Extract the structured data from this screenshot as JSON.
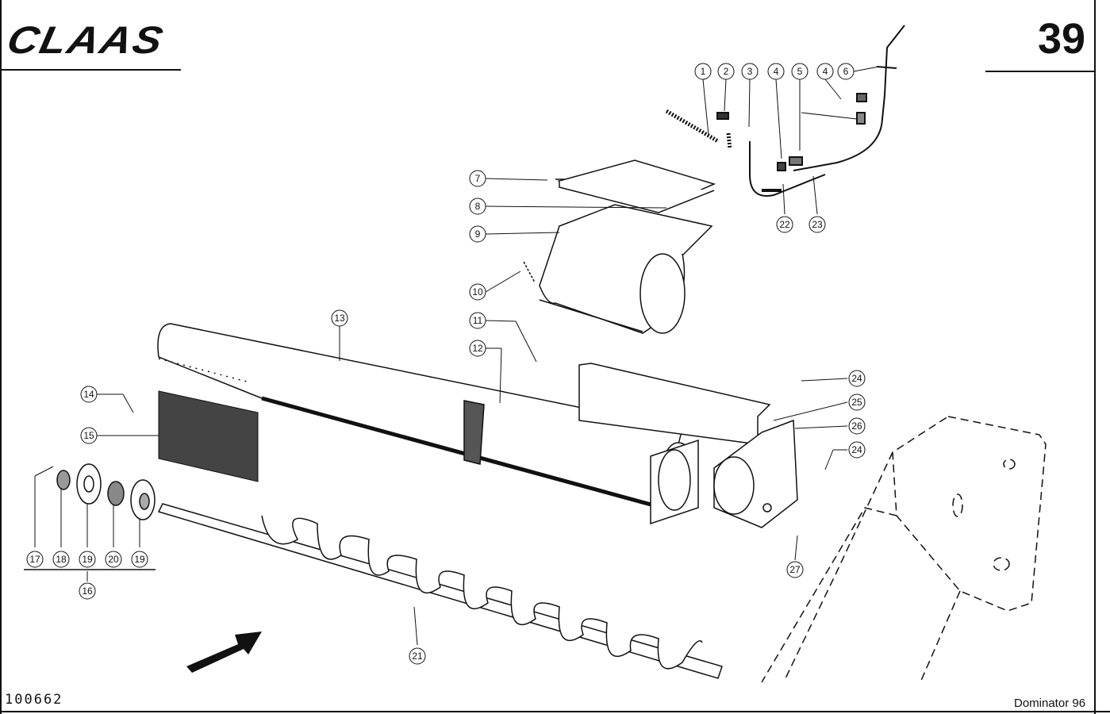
{
  "header": {
    "brand": "CLAAS",
    "page_number": "39"
  },
  "footer": {
    "drawing_id": "100662",
    "model": "Dominator 96"
  },
  "callouts": [
    {
      "id": "c1",
      "label": "1"
    },
    {
      "id": "c2",
      "label": "2"
    },
    {
      "id": "c3",
      "label": "3"
    },
    {
      "id": "c4a",
      "label": "4"
    },
    {
      "id": "c5",
      "label": "5"
    },
    {
      "id": "c4b",
      "label": "4"
    },
    {
      "id": "c6",
      "label": "6"
    },
    {
      "id": "c7",
      "label": "7"
    },
    {
      "id": "c8",
      "label": "8"
    },
    {
      "id": "c9",
      "label": "9"
    },
    {
      "id": "c10",
      "label": "10"
    },
    {
      "id": "c11",
      "label": "11"
    },
    {
      "id": "c12",
      "label": "12"
    },
    {
      "id": "c13",
      "label": "13"
    },
    {
      "id": "c14",
      "label": "14"
    },
    {
      "id": "c15",
      "label": "15"
    },
    {
      "id": "c16",
      "label": "16"
    },
    {
      "id": "c17",
      "label": "17"
    },
    {
      "id": "c18",
      "label": "18"
    },
    {
      "id": "c19a",
      "label": "19"
    },
    {
      "id": "c20",
      "label": "20"
    },
    {
      "id": "c19b",
      "label": "19"
    },
    {
      "id": "c21",
      "label": "21"
    },
    {
      "id": "c22",
      "label": "22"
    },
    {
      "id": "c23",
      "label": "23"
    },
    {
      "id": "c24a",
      "label": "24"
    },
    {
      "id": "c25",
      "label": "25"
    },
    {
      "id": "c26",
      "label": "26"
    },
    {
      "id": "c24b",
      "label": "24"
    },
    {
      "id": "c27",
      "label": "27"
    }
  ]
}
